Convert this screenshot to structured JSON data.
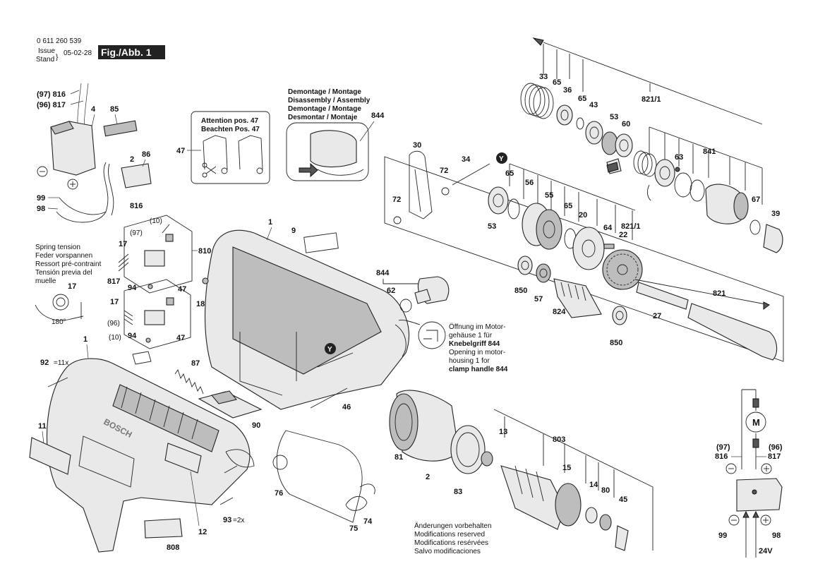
{
  "header": {
    "doc_number": "0 611 260 539",
    "issue_label": "Issue",
    "stand_label": "Stand",
    "date": "05-02-28",
    "figure_label": "Fig./Abb. 1"
  },
  "notes": {
    "demontage": [
      "Demontage / Montage",
      "Disassembly / Assembly",
      "Demontage / Montage",
      "Desmontar / Montaje"
    ],
    "attention": [
      "Attention pos. 47",
      "Beachten Pos. 47"
    ],
    "spring_tension": [
      "Spring tension",
      "Feder vorspannen",
      "Ressort pré-contraint",
      "Tensión previa del",
      "muelle"
    ],
    "opening": [
      "Öffnung im Motor-",
      "gehäuse 1 für",
      "Knebelgriff 844",
      "Opening in motor-",
      "housing 1 for",
      "clamp handle 844"
    ],
    "modifications": [
      "Änderungen vorbehalten",
      "Modifications reserved",
      "Modifications resérvées",
      "Salvo modificaciones"
    ]
  },
  "angle_label": "180°",
  "badge_letter": "Y",
  "motor_symbol": "M",
  "voltage": "24V",
  "parts": {
    "p97_816": "(97) 816",
    "p96_817": "(96) 817",
    "p4": "4",
    "p85": "85",
    "p2": "2",
    "p86": "86",
    "p99a": "99",
    "p98a": "98",
    "p816b": "816",
    "p10a": "(10)",
    "p97b": "(97)",
    "p17a": "17",
    "p810": "810",
    "p94a": "94",
    "p47a": "47",
    "p817b": "817",
    "p17b": "17",
    "p96b": "(96)",
    "p10b": "(10)",
    "p94b": "94",
    "p47b": "47",
    "p17c": "17",
    "p47c": "47",
    "p844a": "844",
    "p30": "30",
    "p34": "34",
    "p72a": "72",
    "p72b": "72",
    "p1a": "1",
    "p9": "9",
    "p18": "18",
    "p844b": "844",
    "p62": "62",
    "p92": "92",
    "p92q": "=11x",
    "p1b": "1",
    "p87": "87",
    "p11": "11",
    "p90": "90",
    "p46": "46",
    "p76": "76",
    "p75": "75",
    "p74": "74",
    "p93": "93",
    "p93q": "=2x",
    "p12": "12",
    "p808": "808",
    "p33": "33",
    "p65a": "65",
    "p36": "36",
    "p65b": "65",
    "p43": "43",
    "p53a": "53",
    "p60": "60",
    "p821a": "821/1",
    "p63": "63",
    "p841": "841",
    "p65c": "65",
    "p56": "56",
    "p55": "55",
    "p65d": "65",
    "p20": "20",
    "p64": "64",
    "p821b": "821/1",
    "p22": "22",
    "p53b": "53",
    "p67": "67",
    "p39": "39",
    "p850a": "850",
    "p57": "57",
    "p824": "824",
    "p27": "27",
    "p821c": "821",
    "p850b": "850",
    "p81": "81",
    "p2b": "2",
    "p83": "83",
    "p13": "13",
    "p803": "803",
    "p15": "15",
    "p14": "14",
    "p80": "80",
    "p45": "45",
    "p97c": "(97)",
    "p816c": "816",
    "p96c": "(96)",
    "p817c": "817",
    "p99b": "99",
    "p98b": "98"
  }
}
